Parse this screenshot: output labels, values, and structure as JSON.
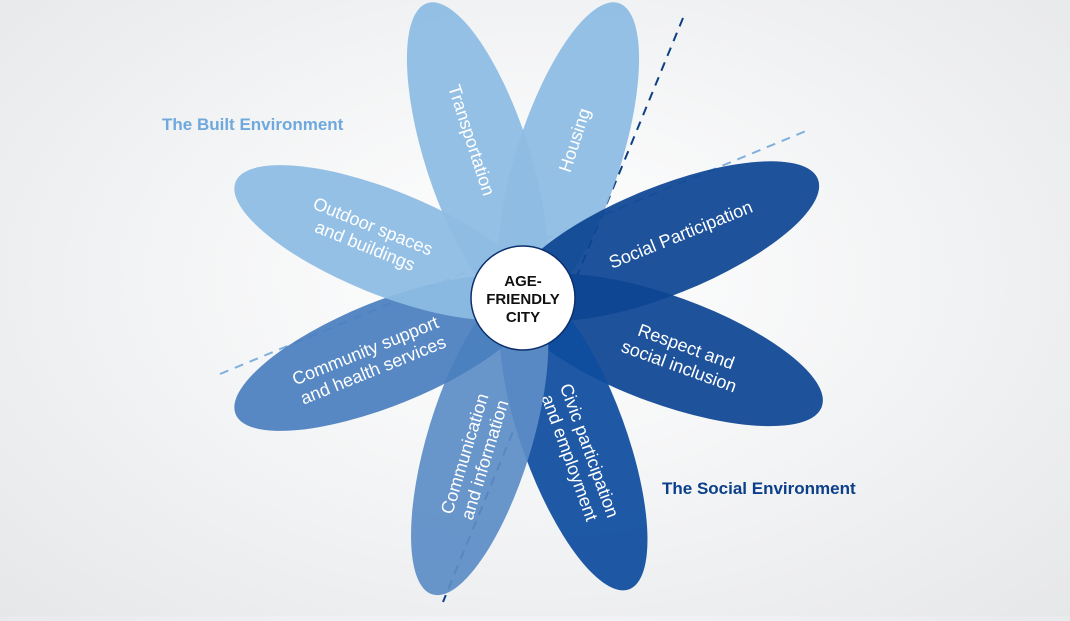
{
  "center": {
    "lines": [
      "AGE-",
      "FRIENDLY",
      "CITY"
    ]
  },
  "environments": {
    "built": {
      "label": "The Built Environment",
      "color": "#6fa8dc"
    },
    "social": {
      "label": "The Social Environment",
      "color": "#0b3f8a"
    }
  },
  "petals": [
    {
      "id": "transportation",
      "lines": [
        "Transportation"
      ],
      "color": "#8dbbe3",
      "group": "built"
    },
    {
      "id": "housing",
      "lines": [
        "Housing"
      ],
      "color": "#8dbbe3",
      "group": "built"
    },
    {
      "id": "social-participation",
      "lines": [
        "Social Participation"
      ],
      "color": "#0d4592",
      "group": "social"
    },
    {
      "id": "respect-inclusion",
      "lines": [
        "Respect and",
        "social inclusion"
      ],
      "color": "#0d4592",
      "group": "social"
    },
    {
      "id": "civic-participation",
      "lines": [
        "Civic participation",
        "and employment"
      ],
      "color": "#0e4c9e",
      "group": "social"
    },
    {
      "id": "communication",
      "lines": [
        "Communication",
        "and information"
      ],
      "color": "#5c8dc6",
      "group": "built"
    },
    {
      "id": "community-support",
      "lines": [
        "Community support",
        "and health services"
      ],
      "color": "#4a7fbe",
      "group": "built"
    },
    {
      "id": "outdoor-spaces",
      "lines": [
        "Outdoor spaces",
        "and buildings"
      ],
      "color": "#8dbbe3",
      "group": "built"
    }
  ]
}
